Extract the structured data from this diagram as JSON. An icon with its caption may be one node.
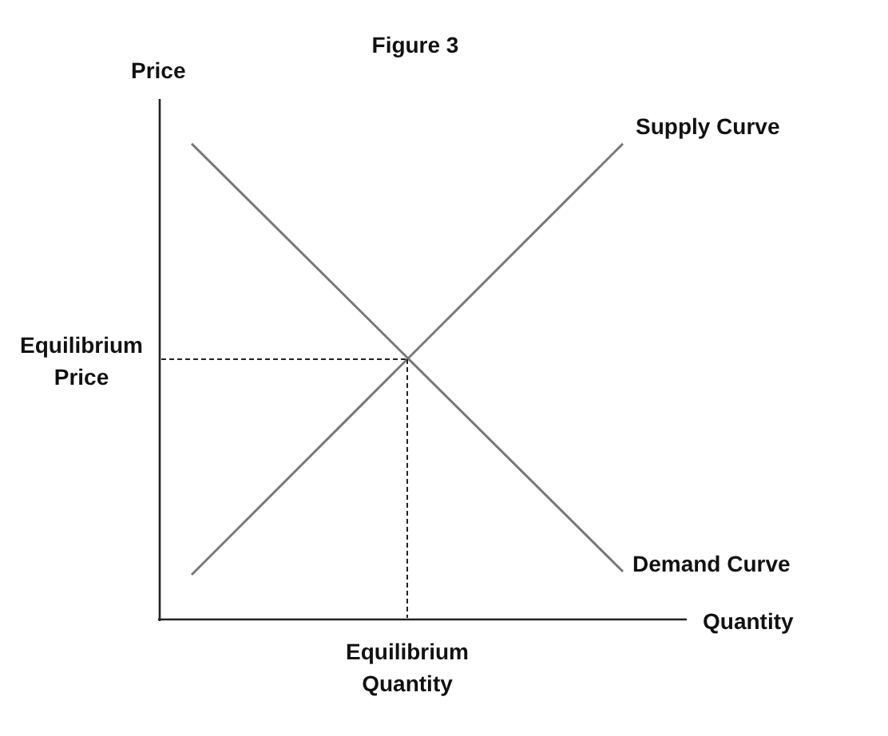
{
  "diagram": {
    "title": "Figure 3",
    "labels": [
      "Price",
      "Supply Curve",
      "Equilibrium Price",
      "Demand Curve",
      "Quantity",
      "Equilibrium Quantity"
    ]
  }
}
